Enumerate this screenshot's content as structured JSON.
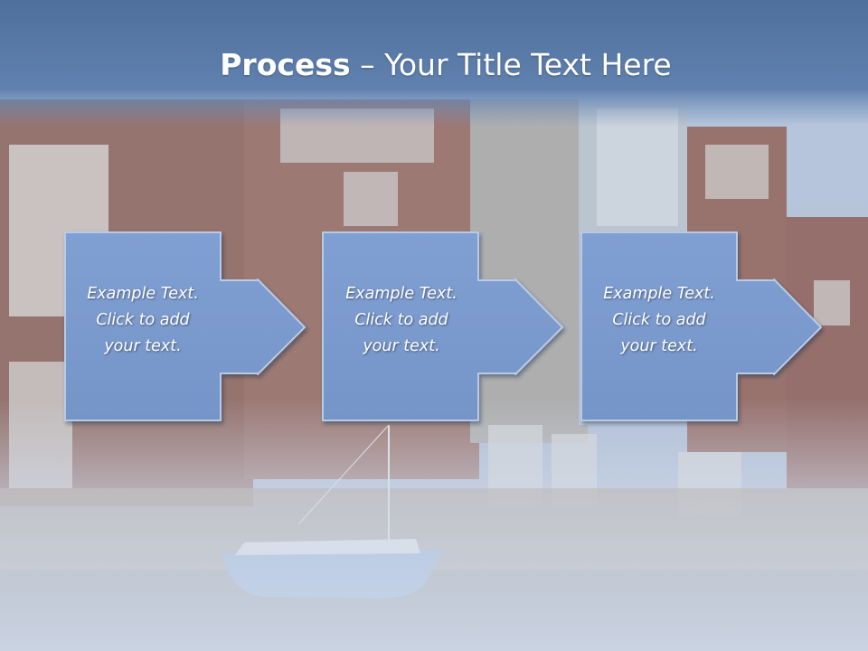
{
  "slide": {
    "title_bold": "Process",
    "title_rest": " – Your Title Text Here",
    "background_photo": "canal-houses-with-sailboat",
    "colors": {
      "header_band": "#3f6496",
      "box_fill": "#7d9fd3",
      "box_border": "#b9cde8",
      "text": "#ffffff"
    },
    "steps": [
      {
        "line1": "Example Text.",
        "line2": "Click  to add",
        "line3": "your text."
      },
      {
        "line1": "Example Text.",
        "line2": "Click  to add",
        "line3": "your text."
      },
      {
        "line1": "Example Text.",
        "line2": "Click  to add",
        "line3": "your text."
      }
    ]
  }
}
